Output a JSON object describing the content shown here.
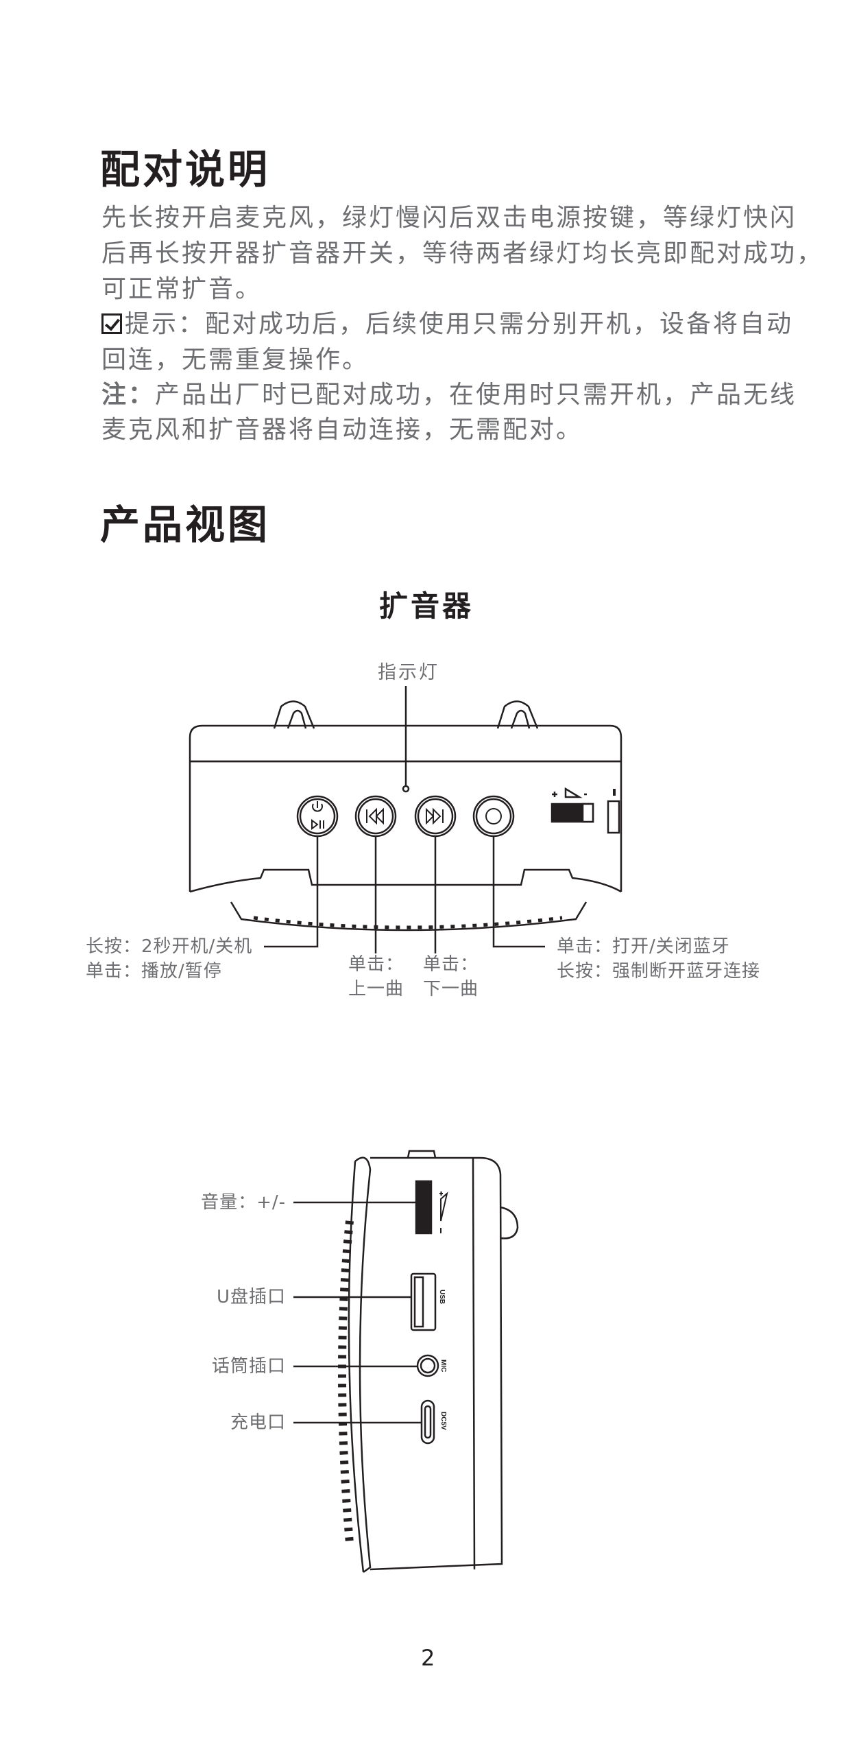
{
  "pairing": {
    "title": "配对说明",
    "lines": [
      "先长按开启麦克风，绿灯慢闪后双击电源按键，等绿灯快闪",
      "后再长按开器扩音器开关，等待两者绿灯均长亮即配对成功，",
      "可正常扩音。"
    ],
    "tip_icon": "checkbox-checked-icon",
    "tip_lines": [
      "提示：配对成功后，后续使用只需分别开机，设备将自动",
      "回连，无需重复操作。"
    ],
    "note_label": "注：",
    "note_lines": [
      "产品出厂时已配对成功，在使用时只需开机，产品无线",
      "麦克风和扩音器将自动连接，无需配对。"
    ]
  },
  "product_view": {
    "title": "产品视图",
    "device_title": "扩音器",
    "front": {
      "indicator_label": "指示灯",
      "power_button": [
        "长按：2秒开机/关机",
        "单击：播放/暂停"
      ],
      "prev_button": [
        "单击：",
        "上一曲"
      ],
      "next_button": [
        "单击：",
        "下一曲"
      ],
      "bt_button": [
        "单击：打开/关闭蓝牙",
        "长按：强制断开蓝牙连接"
      ]
    },
    "side": {
      "volume": "音量：+/-",
      "usb": "U盘插口",
      "mic": "话筒插口",
      "charge": "充电口",
      "usb_mark": "USB",
      "mic_mark": "MIC",
      "dc_mark": "DC5V"
    }
  },
  "page_number": "2"
}
